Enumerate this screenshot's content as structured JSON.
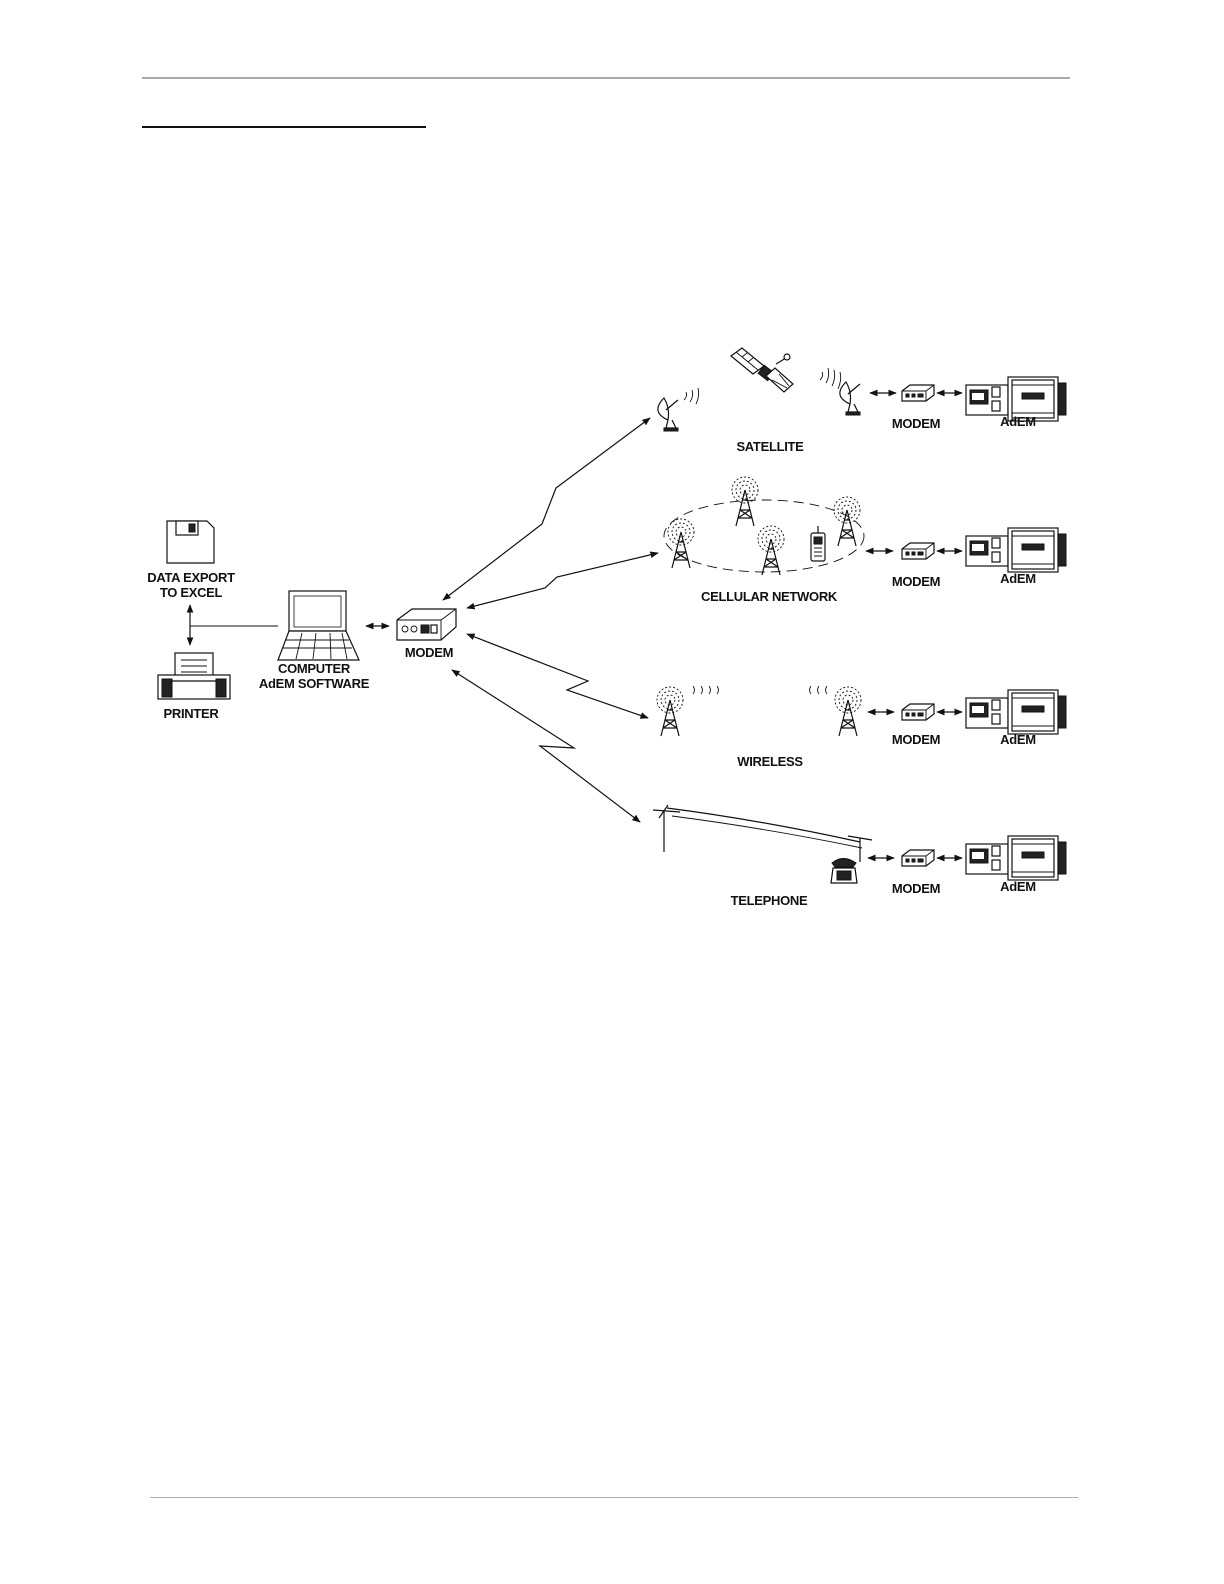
{
  "labels": {
    "data_export_line1": "DATA EXPORT",
    "data_export_line2": "TO EXCEL",
    "printer": "PRINTER",
    "computer_line1": "COMPUTER",
    "computer_line2": "AdEM SOFTWARE",
    "central_modem": "MODEM",
    "satellite": "SATELLITE",
    "cellular": "CELLULAR NETWORK",
    "wireless": "WIRELESS",
    "telephone": "TELEPHONE"
  },
  "branches": [
    {
      "modem_label": "MODEM",
      "adem_label": "AdEM"
    },
    {
      "modem_label": "MODEM",
      "adem_label": "AdEM"
    },
    {
      "modem_label": "MODEM",
      "adem_label": "AdEM"
    },
    {
      "modem_label": "MODEM",
      "adem_label": "AdEM"
    }
  ]
}
